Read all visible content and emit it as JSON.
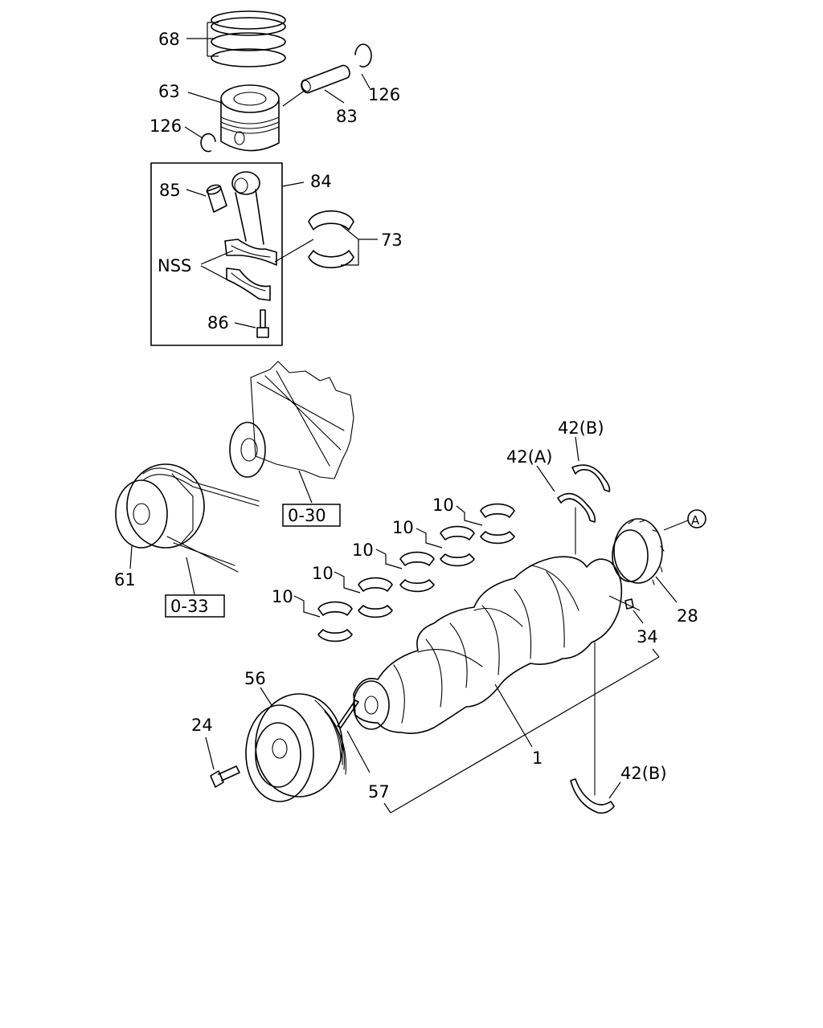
{
  "diagram": {
    "labels": {
      "p68": "68",
      "p63": "63",
      "p126_top": "126",
      "p83": "83",
      "p126_left": "126",
      "p85": "85",
      "p84": "84",
      "p73": "73",
      "nss": "NSS",
      "p86": "86",
      "p42b_top": "42(B)",
      "p42a": "42(A)",
      "callout_a": "A",
      "ref_030": "0-30",
      "p10_a": "10",
      "p10_b": "10",
      "p10_c": "10",
      "p10_d": "10",
      "p10_e": "10",
      "p61": "61",
      "ref_033": "0-33",
      "p28": "28",
      "p34": "34",
      "p56": "56",
      "p24": "24",
      "p1": "1",
      "p57": "57",
      "p42b_bottom": "42(B)"
    }
  }
}
